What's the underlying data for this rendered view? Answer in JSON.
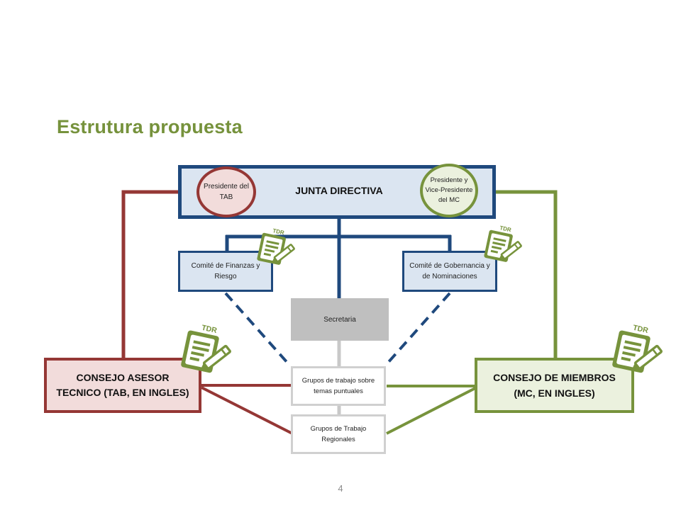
{
  "title": "Estrutura propuesta",
  "junta": {
    "label": "JUNTA DIRECTIVA"
  },
  "presidente_tab": {
    "label": "Presidente del TAB"
  },
  "presidente_mc": {
    "label": "Presidente y Vice-Presidente del MC"
  },
  "comite_finanzas": {
    "label": "Comité de Finanzas y Riesgo"
  },
  "comite_gobernancia": {
    "label": "Comité de Gobernancia y de Nominaciones"
  },
  "secretaria": {
    "label": "Secretaria"
  },
  "grupos_temas": {
    "label": "Grupos de trabajo sobre temas puntuales"
  },
  "grupos_regionales": {
    "label": "Grupos de Trabajo Regionales"
  },
  "consejo_asesor": {
    "label": "CONSEJO ASESOR TECNICO (TAB, EN INGLES)"
  },
  "consejo_miembros": {
    "label": "CONSEJO DE MIEMBROS (MC, EN INGLES)"
  },
  "tdr_label": "TDR",
  "page_number": "4",
  "colors": {
    "title_green": "#76923c",
    "navy": "#1f497d",
    "red": "#953735",
    "green": "#77933c",
    "gray_line": "#c8c8c8"
  },
  "icons": {
    "tdr": "document-pencil-icon"
  }
}
